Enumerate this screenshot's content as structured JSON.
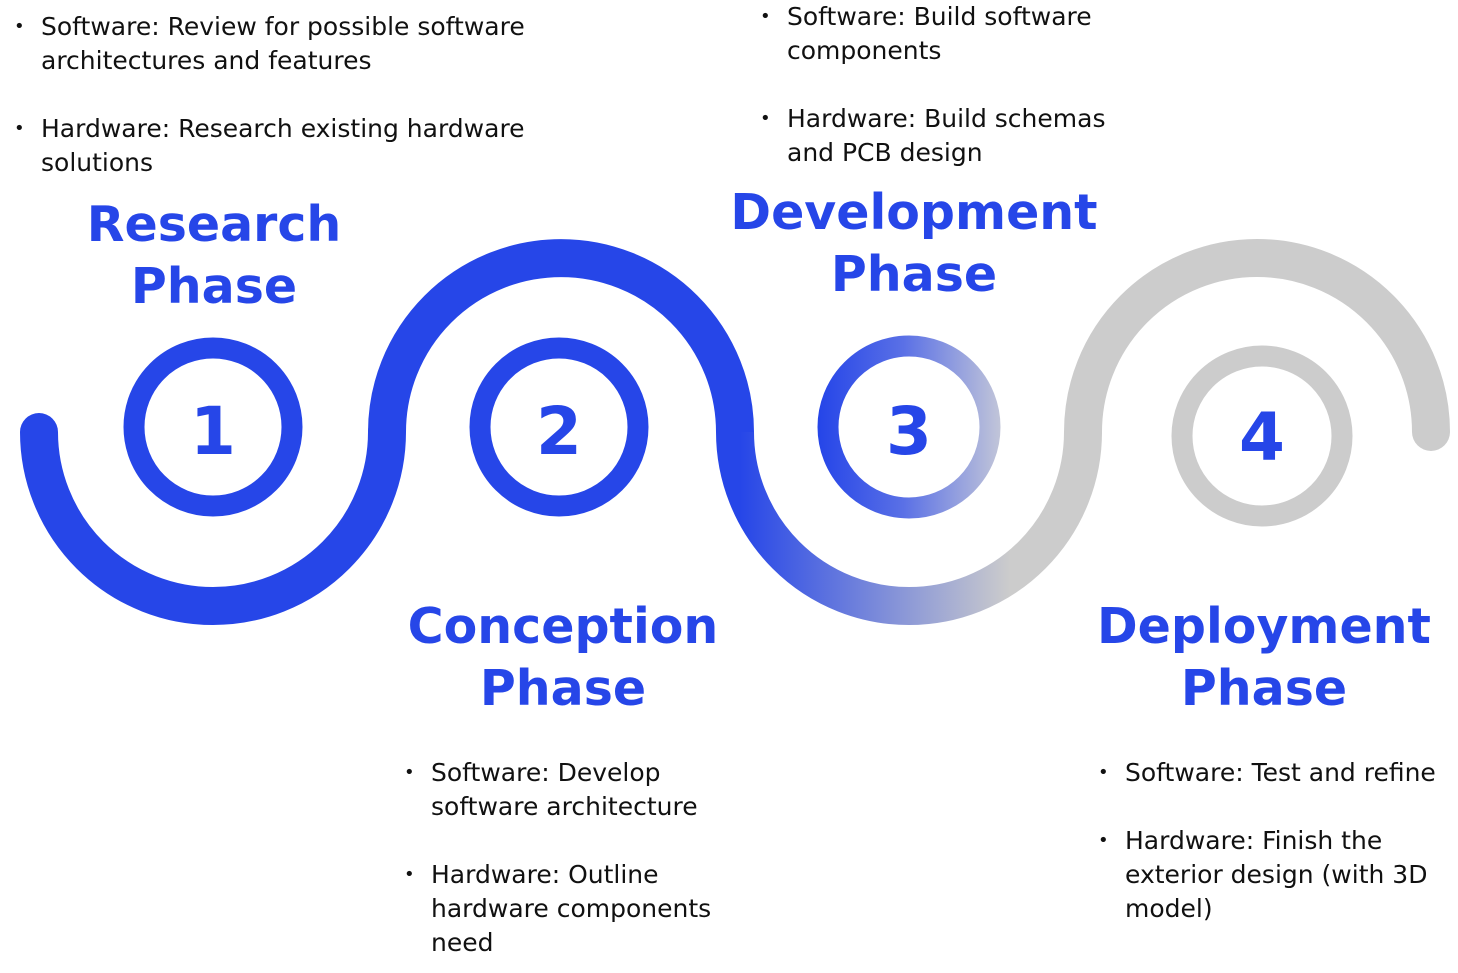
{
  "colors": {
    "primary": "#2646e8",
    "muted": "#cccccc",
    "text": "#111111"
  },
  "phases": [
    {
      "number": "1",
      "title_line1": "Research",
      "title_line2": "Phase",
      "bullets": [
        "Software: Review for possible software architectures and features",
        "Hardware: Research existing hardware solutions"
      ]
    },
    {
      "number": "2",
      "title_line1": "Conception",
      "title_line2": "Phase",
      "bullets": [
        "Software: Develop software architecture",
        "Hardware: Outline hardware components need"
      ]
    },
    {
      "number": "3",
      "title_line1": "Development",
      "title_line2": "Phase",
      "bullets": [
        "Software: Build software components",
        "Hardware: Build schemas and PCB design"
      ]
    },
    {
      "number": "4",
      "title_line1": "Deployment",
      "title_line2": "Phase",
      "bullets": [
        "Software: Test and refine",
        "Hardware: Finish the exterior design (with 3D model)"
      ]
    }
  ]
}
